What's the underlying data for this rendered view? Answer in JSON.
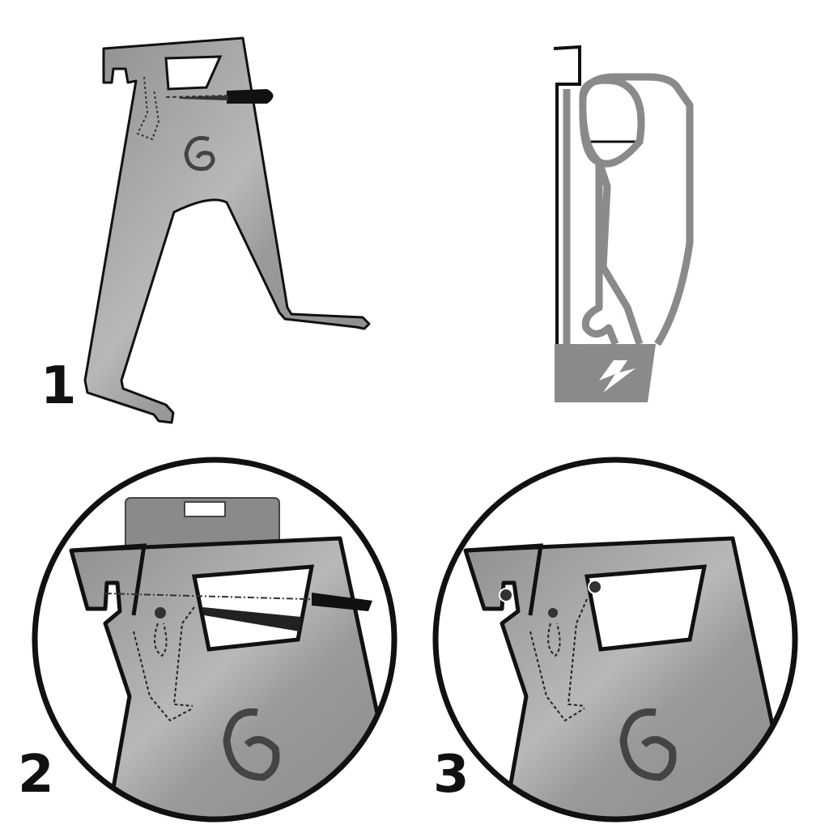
{
  "steps": [
    {
      "label": "1"
    },
    {
      "label": "2"
    },
    {
      "label": "3"
    }
  ],
  "colors": {
    "metal": "#9b9b9b",
    "metal_dark": "#7d7d7d",
    "outline": "#111111",
    "device": "#8a8a8a",
    "background": "#ffffff"
  }
}
